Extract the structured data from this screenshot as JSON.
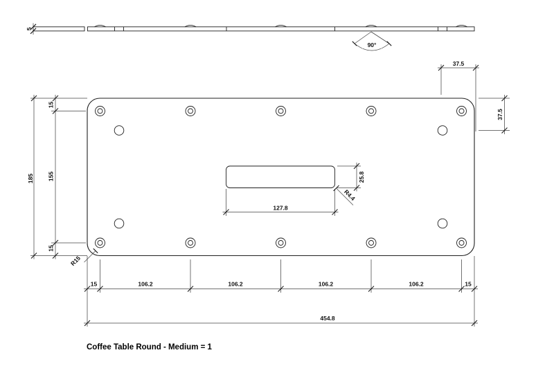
{
  "title": "Coffee Table Round - Medium = 1",
  "side_view": {
    "thickness": "5",
    "countersink_angle": "90°"
  },
  "plan_view": {
    "height_total": "185",
    "height_top_offset": "15",
    "height_middle": "155",
    "height_bottom_offset": "15",
    "corner_radius": "R15",
    "inner_hole_top_offset": "37.5",
    "inner_hole_right_offset": "37.5",
    "slot_width": "127.8",
    "slot_height": "25.8",
    "slot_corner_radius": "R4.4",
    "bottom_chain": [
      "15",
      "106.2",
      "106.2",
      "106.2",
      "106.2",
      "15"
    ],
    "width_total": "454.8"
  }
}
